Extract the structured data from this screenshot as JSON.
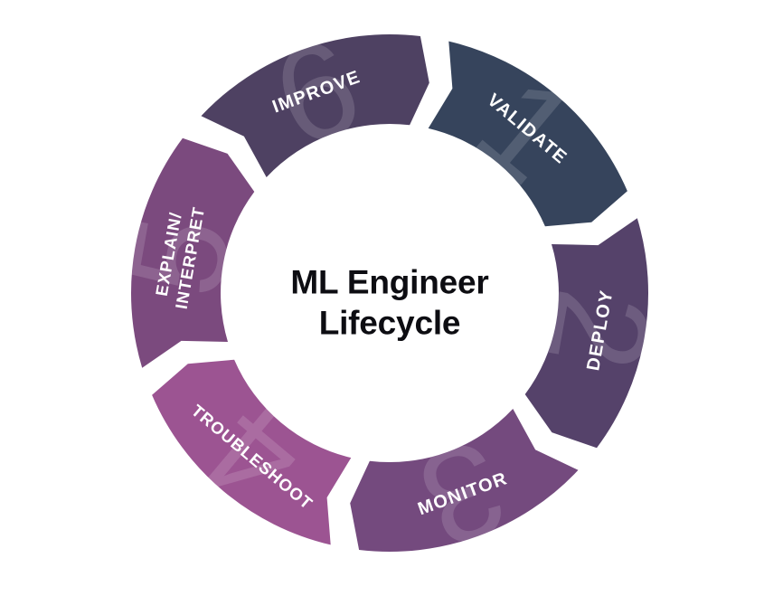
{
  "diagram": {
    "title_line1": "ML Engineer",
    "title_line2": "Lifecycle",
    "background_color": "#ffffff",
    "divider_color": "#ffffff",
    "title_color": "#0d0d12",
    "type": "cycle-donut",
    "segment_count": 6,
    "segments": [
      {
        "number": "1",
        "label": "VALIDATE",
        "label_line2": "",
        "color": "#36445c",
        "start_angle": -80,
        "end_angle": -20
      },
      {
        "number": "2",
        "label": "DEPLOY",
        "label_line2": "",
        "color": "#55426a",
        "start_angle": -20,
        "end_angle": 40
      },
      {
        "number": "3",
        "label": "MONITOR",
        "label_line2": "",
        "color": "#744a7e",
        "start_angle": 40,
        "end_angle": 100
      },
      {
        "number": "4",
        "label": "TROUBLESHOOT",
        "label_line2": "",
        "color": "#9c5492",
        "start_angle": 100,
        "end_angle": 160
      },
      {
        "number": "5",
        "label": "EXPLAIN/",
        "label_line2": "INTERPRET",
        "color": "#7b4a7e",
        "start_angle": 160,
        "end_angle": 220
      },
      {
        "number": "6",
        "label": "IMPROVE",
        "label_line2": "",
        "color": "#4e4162",
        "start_angle": 220,
        "end_angle": 280
      }
    ]
  }
}
